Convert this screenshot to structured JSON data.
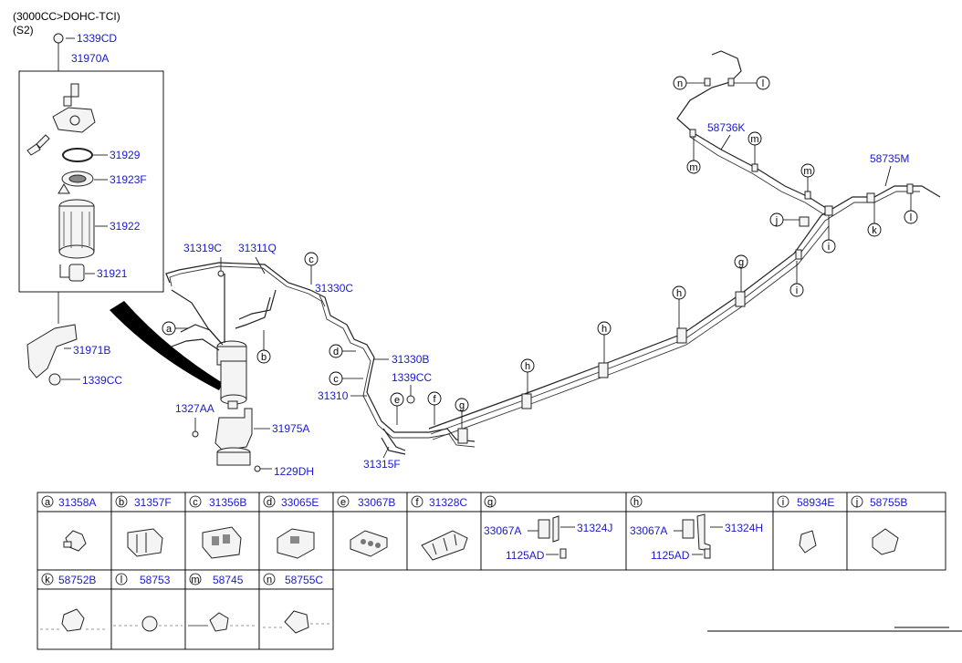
{
  "header": {
    "engine": "(3000CC>DOHC-TCI)",
    "variant": "(S2)"
  },
  "filter_assembly": {
    "top_bolt": "1339CD",
    "assembly": "31970A",
    "o_ring": "31929",
    "element_cover": "31923F",
    "filter": "31922",
    "drain": "31921",
    "bracket": "31971B",
    "nut": "1339CC"
  },
  "callouts": {
    "c31319C": "31319C",
    "c31311Q": "31311Q",
    "c31330C": "31330C",
    "c31330B": "31330B",
    "c1339CC": "1339CC",
    "c31310": "31310",
    "c31315F": "31315F",
    "c1327AA": "1327AA",
    "c31975A": "31975A",
    "c1229DH": "1229DH",
    "c58736K": "58736K",
    "c58735M": "58735M"
  },
  "ref_letters": {
    "a": "a",
    "b": "b",
    "c": "c",
    "d": "d",
    "e": "e",
    "f": "f",
    "g": "g",
    "h": "h",
    "i": "i",
    "j": "j",
    "k": "k",
    "l": "l",
    "m": "m",
    "n": "n"
  },
  "legend": {
    "row1": [
      {
        "letter": "a",
        "part": "31358A"
      },
      {
        "letter": "b",
        "part": "31357F"
      },
      {
        "letter": "c",
        "part": "31356B"
      },
      {
        "letter": "d",
        "part": "33065E"
      },
      {
        "letter": "e",
        "part": "33067B"
      },
      {
        "letter": "f",
        "part": "31328C"
      },
      {
        "letter": "g",
        "part": ""
      },
      {
        "letter": "h",
        "part": ""
      },
      {
        "letter": "i",
        "part": "58934E"
      },
      {
        "letter": "j",
        "part": "58755B"
      }
    ],
    "row2": [
      {
        "letter": "k",
        "part": "58752B"
      },
      {
        "letter": "l",
        "part": "58753"
      },
      {
        "letter": "m",
        "part": "58745"
      },
      {
        "letter": "n",
        "part": "58755C"
      }
    ],
    "g_parts": {
      "spacer": "33067A",
      "bracket": "31324J",
      "bolt": "1125AD"
    },
    "h_parts": {
      "spacer": "33067A",
      "bracket": "31324H",
      "bolt": "1125AD"
    }
  }
}
